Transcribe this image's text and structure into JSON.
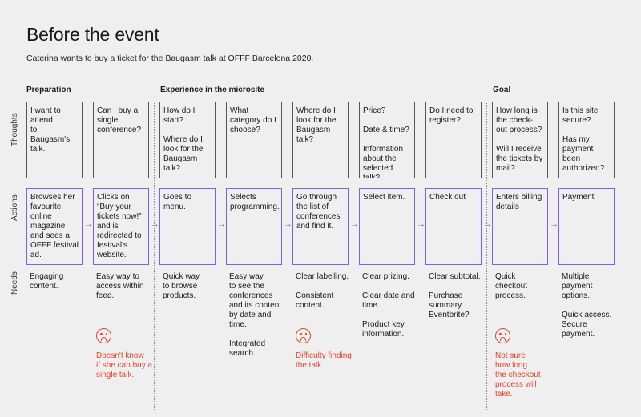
{
  "title": "Before the event",
  "subtitle": "Caterina wants to buy a ticket for the Baugasm talk at OFFF Barcelona 2020.",
  "phases": [
    "Preparation",
    "Experience in the microsite",
    "Goal"
  ],
  "row_labels": [
    "Thoughts",
    "Actions",
    "Needs"
  ],
  "thoughts": [
    "I want to attend\nto Baugasm's talk.",
    "Can I buy a single conference?",
    "How do I start?\n\nWhere do I look for the Baugasm talk?",
    "What category do I choose?",
    "Where do I look for the Baugasm talk?",
    "Price?\n\nDate & time?\n\nInformation about the selected talk?",
    "Do I need to register?",
    "How long is the check-out process?\n\nWill I receive the tickets by mail?",
    "Is this site secure?\n\nHas my payment been authorized?"
  ],
  "actions": [
    "Browses her favourite online magazine and sees a OFFF festival ad.",
    "Clicks on “Buy your tickets now!” and is redirected to festival's website.",
    "Goes to menu.",
    "Selects programming.",
    "Go through the list of conferences and find it.",
    "Select item.",
    "Check out",
    "Enters billing details",
    "Payment"
  ],
  "needs": [
    "Engaging\ncontent.",
    "Easy way to\naccess within\nfeed.",
    "Quick way\nto browse\nproducts.",
    "Easy way\nto see the\nconferences\nand its content\nby date and\ntime.\n\nIntegrated\nsearch.",
    "Clear labelling.\n\nConsistent\ncontent.",
    "Clear prizing.\n\nClear date and\ntime.\n\nProduct key\ninformation.",
    "Clear subtotal.\n\nPurchase\nsummary.\nEventbrite?",
    "Quick\ncheckout\nprocess.",
    "Multiple\npayment\noptions.\n\nQuick access.\nSecure\npayment."
  ],
  "pain_points": [
    {
      "col": 1,
      "text": "Doesn't know\nif she can buy a\nsingle talk.",
      "icon": "sad-face-icon"
    },
    {
      "col": 4,
      "text": "Difficulty finding\nthe talk.",
      "icon": "sad-face-icon"
    },
    {
      "col": 7,
      "text": "Not sure\nhow long\nthe checkout\nprocess will\ntake.",
      "icon": "sad-face-icon"
    }
  ],
  "arrow_glyph": "→",
  "colors": {
    "background": "#efefef",
    "action_border": "#7b61e8",
    "pain": "#e8442a",
    "thought_border": "#555555"
  }
}
